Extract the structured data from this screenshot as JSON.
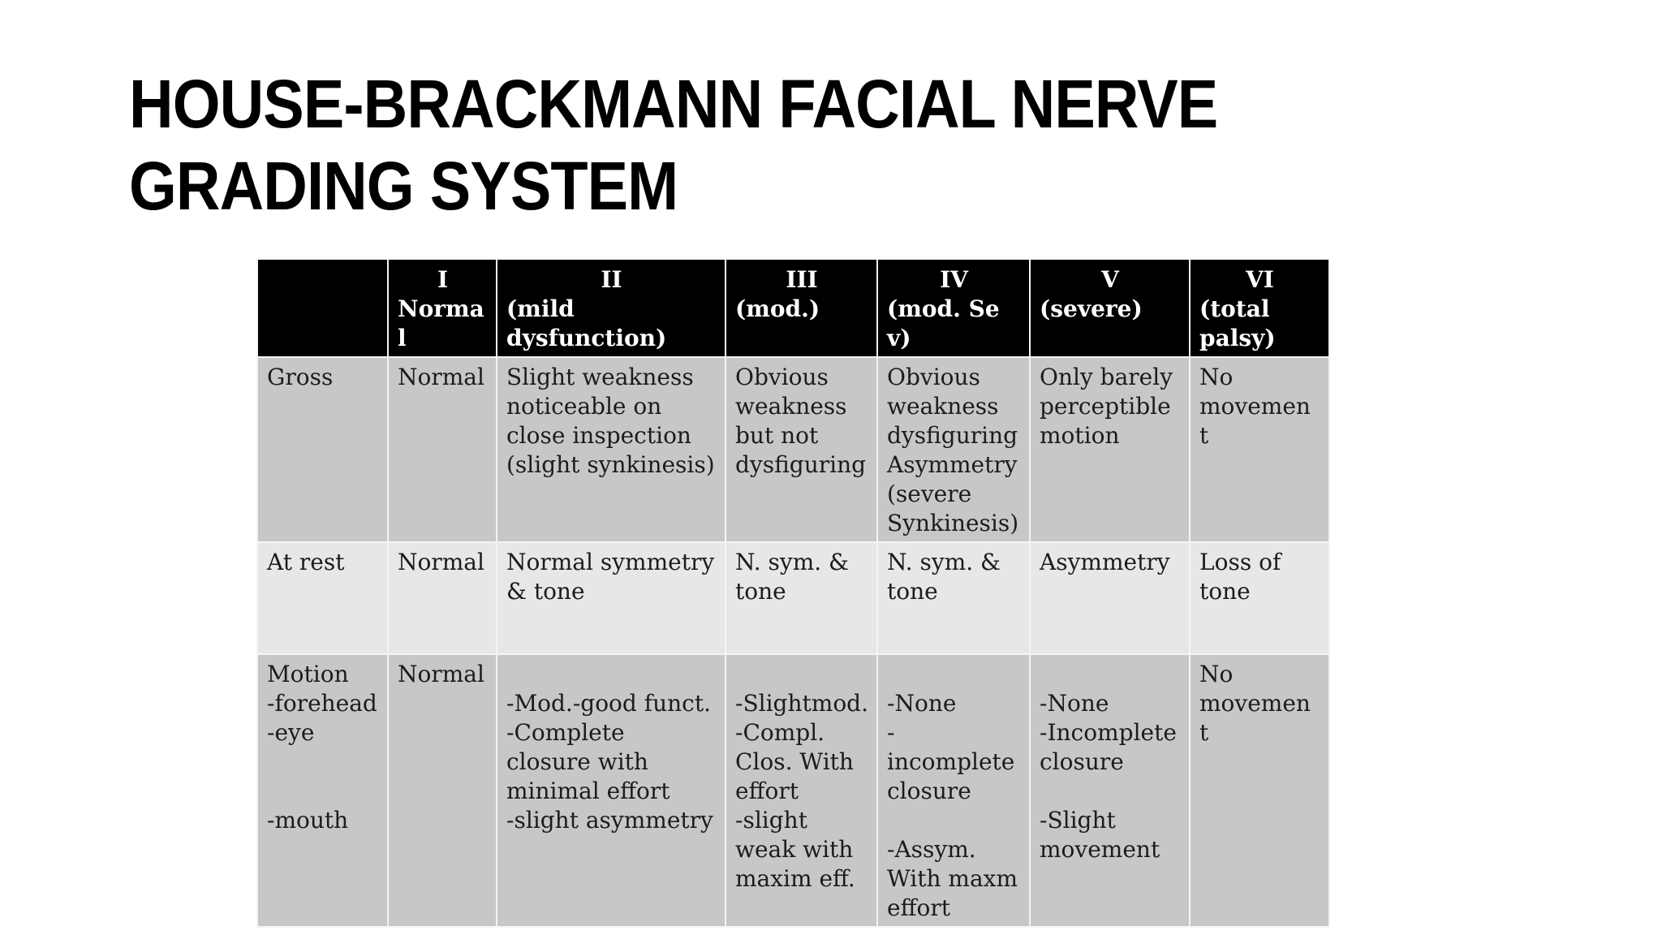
{
  "slide": {
    "title_line1": "HOUSE-BRACKMANN FACIAL NERVE",
    "title_line2": "GRADING SYSTEM"
  },
  "table": {
    "headers": [
      {
        "grade": "",
        "desc": ""
      },
      {
        "grade": "I",
        "desc": "Norma\nl"
      },
      {
        "grade": "II",
        "desc": "(mild\ndysfunction)"
      },
      {
        "grade": "III",
        "desc": "(mod.)"
      },
      {
        "grade": "IV",
        "desc": "(mod. Sev)"
      },
      {
        "grade": "V",
        "desc": "(severe)"
      },
      {
        "grade": "VI",
        "desc": "(total\npalsy)"
      }
    ],
    "rows": [
      {
        "label": "Gross",
        "cells": [
          "Normal",
          "Slight weakness\nnoticeable on\nclose inspection\n(slight synkinesis)",
          "Obvious\nweakness\nbut not\ndysfiguring",
          "Obvious\nweakness\ndysfiguring\nAsymmetry\n(severe\nSynkinesis)",
          "Only barely\nperceptible\nmotion",
          "No\nmovemen\nt"
        ]
      },
      {
        "label": "At rest",
        "cells": [
          "Normal",
          "Normal symmetry\n& tone",
          "N. sym. &\ntone",
          "N. sym. &\ntone",
          "Asymmetry",
          "Loss of\ntone"
        ]
      },
      {
        "label": "Motion\n-forehead\n-eye\n\n\n-mouth",
        "cells": [
          "Normal",
          "\n-Mod.-good funct.\n-Complete\nclosure with\nminimal effort\n-slight asymmetry",
          "\n-Slightmod.\n-Compl.\nClos. With\neffort\n-slight\nweak with\nmaxim eff.",
          "\n-None\n-\nincomplete\nclosure\n\n-Assym.\nWith maxm\neffort",
          "\n-None\n-Incomplete\nclosure\n\n-Slight\nmovement",
          "No\nmovemen\nt"
        ]
      }
    ]
  }
}
